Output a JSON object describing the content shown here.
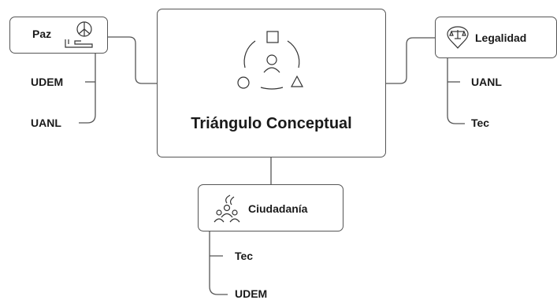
{
  "center": {
    "title": "Triángulo Conceptual",
    "icon": "triangle-concept-icon"
  },
  "left": {
    "title": "Paz",
    "icon": "peace-hand-icon",
    "children": [
      "UDEM",
      "UANL"
    ]
  },
  "right": {
    "title": "Legalidad",
    "icon": "scales-pin-icon",
    "children": [
      "UANL",
      "Tec"
    ]
  },
  "bottom": {
    "title": "Ciudadanía",
    "icon": "people-icon",
    "children": [
      "Tec",
      "UDEM"
    ]
  },
  "colors": {
    "stroke": "#555555",
    "text": "#1a1a1a",
    "background": "#ffffff"
  }
}
